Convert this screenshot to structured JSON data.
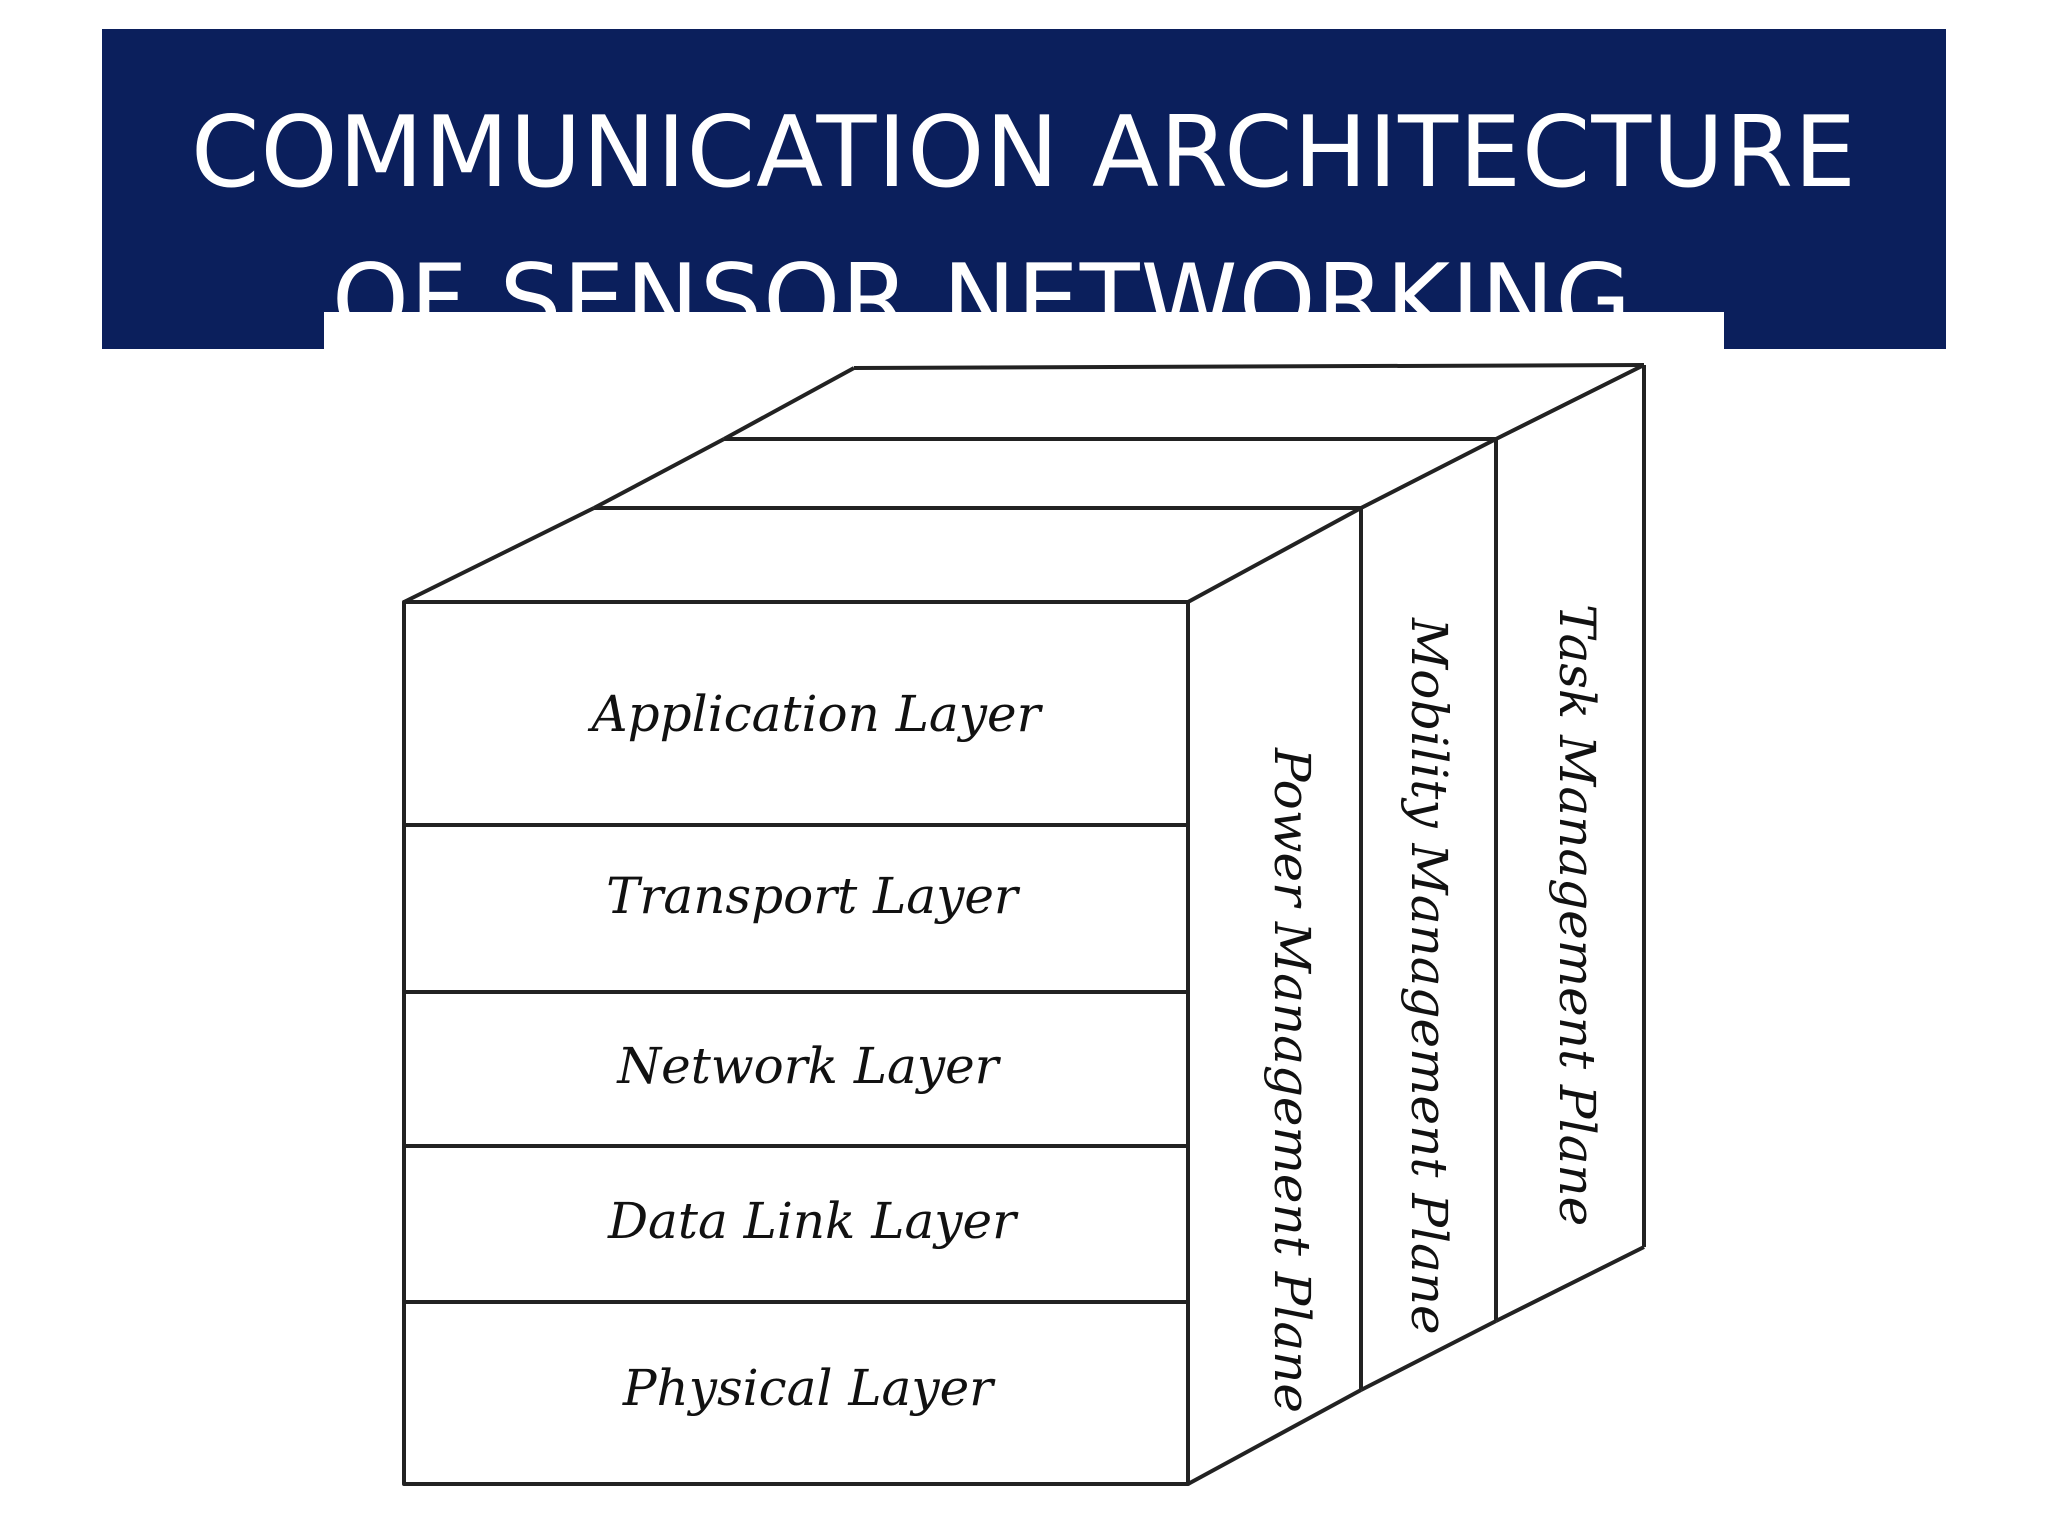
{
  "title": {
    "line1": "COMMUNICATION ARCHITECTURE",
    "line2": "OF SENSOR NETWORKING"
  },
  "layers": [
    "Application Layer",
    "Transport Layer",
    "Network Layer",
    "Data Link Layer",
    "Physical Layer"
  ],
  "planes": [
    "Power Management Plane",
    "Mobility Management Plane",
    "Task Management Plane"
  ],
  "colors": {
    "banner": "#0b1f5c",
    "title_text": "#ffffff",
    "lines": "#222222"
  }
}
